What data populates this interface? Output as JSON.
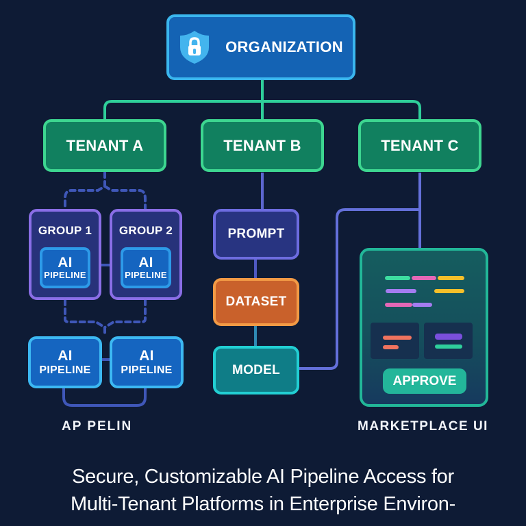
{
  "colors": {
    "background": "#0e1b35",
    "org_fill": "#1463b4",
    "org_border": "#3ab6ee",
    "tenant_fill": "#11805f",
    "tenant_border": "#3dd690",
    "group_fill": "#27327a",
    "group_border": "#8a6ee6",
    "pipeline_fill": "#1565c0",
    "pipeline_border": "#3cb8f2",
    "prompt_border": "#6d6ce0",
    "dataset_fill": "#c9612b",
    "dataset_border": "#f29a45",
    "model_fill": "#0f7d87",
    "model_border": "#22cfd3",
    "marketplace_border": "#22b798",
    "approve_fill": "#23b69a",
    "connector_green": "#2fcf9a",
    "connector_blue": "#3f57b8",
    "connector_violet": "#6470da"
  },
  "organization": {
    "label": "ORGANIZATION",
    "icon": "shield-lock-icon"
  },
  "tenants": [
    {
      "label": "TENANT A"
    },
    {
      "label": "TENANT B"
    },
    {
      "label": "TENANT C"
    }
  ],
  "tenant_a": {
    "groups": [
      {
        "label": "GROUP 1",
        "pipeline": {
          "line1": "AI",
          "line2": "PIPELINE"
        }
      },
      {
        "label": "GROUP 2",
        "pipeline": {
          "line1": "AI",
          "line2": "PIPELINE"
        }
      }
    ],
    "pipelines": [
      {
        "line1": "AI",
        "line2": "PIPELINE"
      },
      {
        "line1": "AI",
        "line2": "PIPELINE"
      }
    ],
    "caption": "AP PELIN"
  },
  "tenant_b": {
    "steps": [
      {
        "label": "PROMPT"
      },
      {
        "label": "DATASET"
      },
      {
        "label": "MODEL"
      }
    ]
  },
  "tenant_c": {
    "marketplace": {
      "approve_label": "APPROVE",
      "bar_colors": {
        "mint": "#3ddca0",
        "pink": "#e467b6",
        "yellow": "#f5bf2a",
        "lavender": "#a47cf0",
        "coral": "#f0735e",
        "purple": "#7a4fdc"
      }
    },
    "caption": "MARKETPLACE UI"
  },
  "title": {
    "line1": "Secure, Customizable AI Pipeline Access for",
    "line2": "Multi-Tenant Platforms in Enterprise Environ-"
  }
}
